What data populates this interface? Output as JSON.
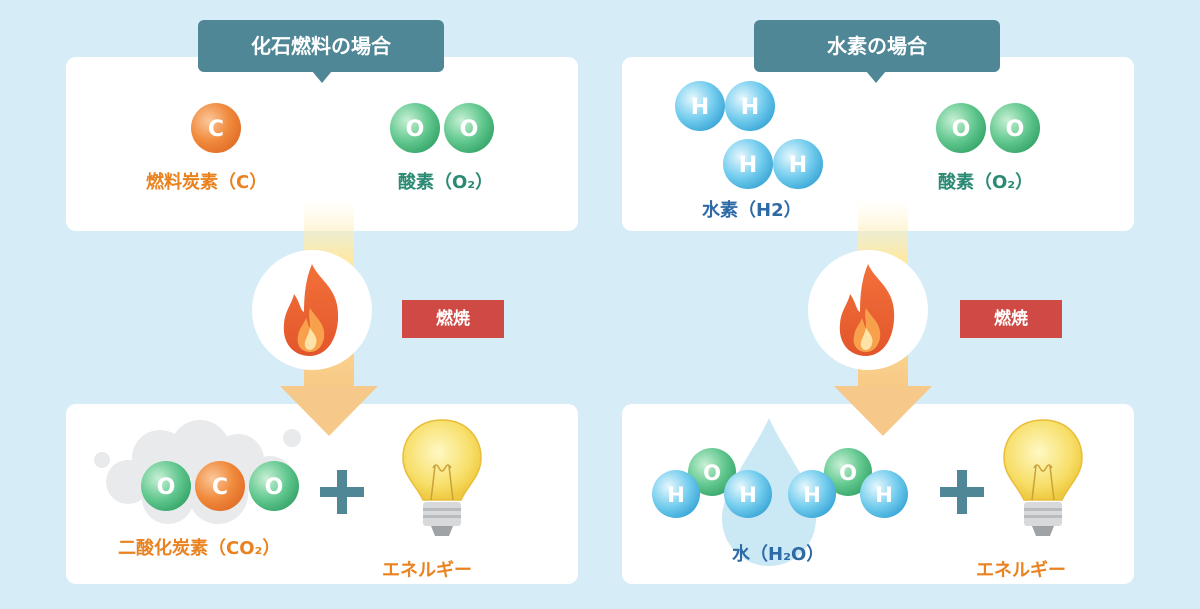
{
  "left": {
    "title": "化石燃料の場合",
    "reactant_1_label": "燃料炭素（C）",
    "reactant_2_label": "酸素（O₂）",
    "process_label": "燃焼",
    "product_1_label": "二酸化炭素（CO₂）",
    "product_2_label": "エネルギー",
    "atoms": {
      "carbon": "C",
      "oxygen": "O"
    }
  },
  "right": {
    "title": "水素の場合",
    "reactant_1_label": "水素（H2）",
    "reactant_2_label": "酸素（O₂）",
    "process_label": "燃焼",
    "product_1_label": "水（H₂O）",
    "product_2_label": "エネルギー",
    "atoms": {
      "hydrogen": "H",
      "oxygen": "O"
    }
  },
  "colors": {
    "background": "#d6ecf6",
    "tag": "#4f8797",
    "carbon": "#f08a3c",
    "oxygen": "#5ec48a",
    "hydrogen": "#5cc3e8",
    "burn": "#cf4a45",
    "arrow": "#f6c98a",
    "orange_text": "#e9821f",
    "teal_text": "#2b8a74",
    "blue_text": "#2e6aa6"
  }
}
